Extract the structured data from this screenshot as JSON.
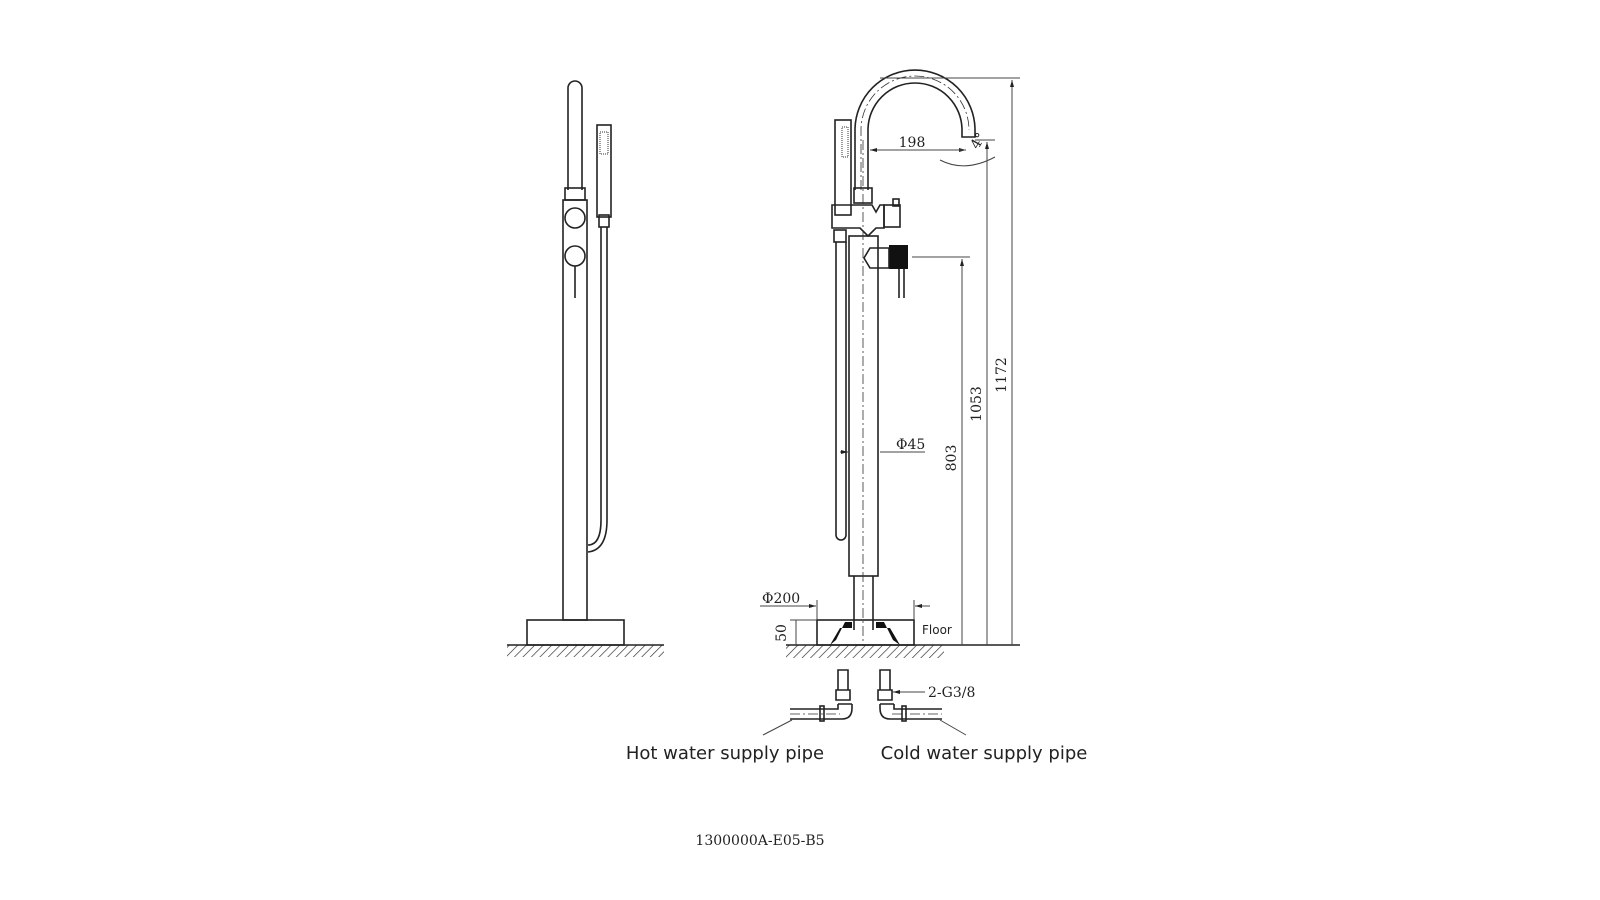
{
  "drawing": {
    "dimensions": {
      "spout_reach": "198",
      "swivel_angle": "4°",
      "total_height": "1172",
      "spout_outlet_height": "1053",
      "handle_height": "803",
      "pipe_diameter": "Φ45",
      "base_diameter": "Φ200",
      "base_height": "50"
    },
    "labels": {
      "floor": "Floor",
      "connection": "2-G3/8",
      "hot_pipe": "Hot water supply pipe",
      "cold_pipe": "Cold water supply pipe"
    },
    "part_number": "1300000A-E05-B5"
  }
}
